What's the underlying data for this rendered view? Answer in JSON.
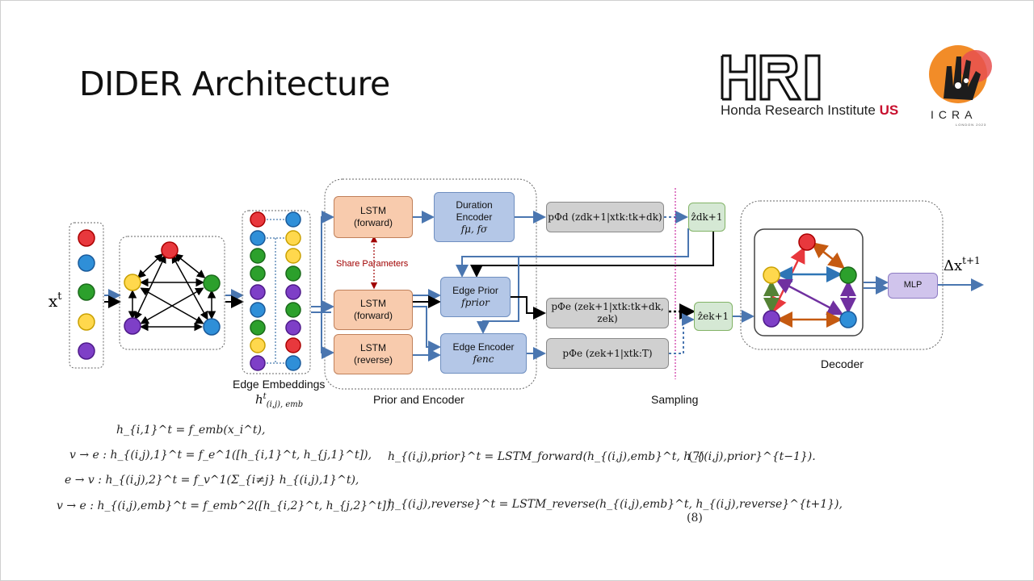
{
  "slide": {
    "title": "DIDER Architecture"
  },
  "logos": {
    "hri_mark": "HRI",
    "hri_name": "Honda Research Institute",
    "hri_suffix": "US",
    "icra_name": "ICRA",
    "icra_sub": "LONDON 2023"
  },
  "diagram": {
    "input_label": "x",
    "input_sup": "t",
    "edge_embeddings_label": "Edge Embeddings",
    "edge_embeddings_math": "h",
    "edge_embeddings_math_sup": "t",
    "edge_embeddings_math_sub": "(i,j), emb",
    "lstm_top": [
      "LSTM",
      "(forward)"
    ],
    "lstm_mid": [
      "LSTM",
      "(forward)"
    ],
    "lstm_bot": [
      "LSTM",
      "(reverse)"
    ],
    "duration_encoder": [
      "Duration",
      "Encoder"
    ],
    "duration_encoder_math": "fμ, fσ",
    "edge_prior": "Edge Prior",
    "edge_prior_math": "fprior",
    "edge_encoder": "Edge Encoder",
    "edge_encoder_math": "fenc",
    "share_parameters": "Share Parameters",
    "p_duration": "pΦd (zdk+1|xtk:tk+dk)",
    "p_prior": "pΦe (zek+1|xtk:tk+dk, zek)",
    "p_encoder": "pΦe (zek+1|xtk:T)",
    "z_d": "ẑdk+1",
    "z_e": "ẑek+1",
    "mlp": "MLP",
    "output_label": "Δx",
    "output_sup": "t+1",
    "prior_encoder_label": "Prior and Encoder",
    "sampling_label": "Sampling",
    "decoder_label": "Decoder"
  },
  "equations": {
    "left": [
      "h_{i,1}^t = f_emb(x_i^t),",
      "v → e : h_{(i,j),1}^t = f_e^1([h_{i,1}^t, h_{j,1}^t]),",
      "e → v : h_{(i,j),2}^t = f_v^1(Σ_{i≠j} h_{(i,j),1}^t),",
      "v → e : h_{(i,j),emb}^t = f_emb^2([h_{i,2}^t, h_{j,2}^t]),"
    ],
    "right": [
      "h_{(i,j),prior}^t = LSTM_forward(h_{(i,j),emb}^t, h_{(i,j),prior}^{t−1}).",
      "h_{(i,j),reverse}^t = LSTM_reverse(h_{(i,j),emb}^t, h_{(i,j),reverse}^{t+1}),"
    ],
    "num7": "(7)",
    "num8": "(8)"
  },
  "colors": {
    "red": "#e8383d",
    "blue": "#2f8fd8",
    "green": "#2ca02c",
    "yellow": "#ffd84d",
    "purple": "#7e3fc7",
    "arrow_blue": "#4a76b0",
    "edge_orange": "#c55a11",
    "edge_red": "#e8383d",
    "edge_blue": "#2e75b6",
    "edge_purple": "#7030a0",
    "edge_green": "#548235",
    "sampling_line": "#c0008c"
  }
}
